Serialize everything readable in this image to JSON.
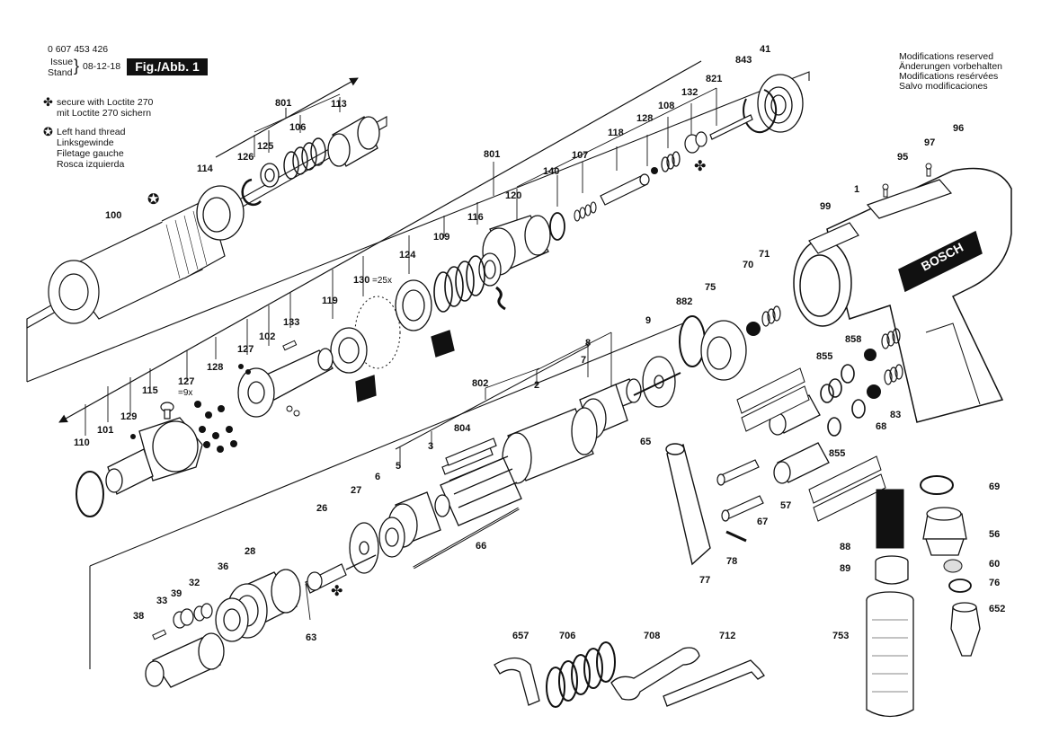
{
  "header": {
    "part_number": "0 607 453 426",
    "issue_label": "Issue",
    "stand_label": "Stand",
    "date": "08-12-18",
    "fig_label": "Fig./Abb. 1"
  },
  "legend": {
    "loctite": {
      "icon": "four-leaf-symbol",
      "line1": "secure with Loctite 270",
      "line2": "mit Loctite 270 sichern"
    },
    "left_hand_thread": {
      "icon": "star-circle-symbol",
      "lines": [
        "Left hand thread",
        "Linksgewinde",
        "Filetage gauche",
        "Rosca izquierda"
      ]
    }
  },
  "modifications": [
    "Modifications reserved",
    "Änderungen vorbehalten",
    "Modifications resérvées",
    "Salvo modificaciones"
  ],
  "brand_text": "BOSCH",
  "annotations": {
    "qty_130": "=25x",
    "qty_127": "=9x"
  },
  "part_labels": {
    "p100": "100",
    "p114": "114",
    "p126": "126",
    "p125": "125",
    "p801a": "801",
    "p106": "106",
    "p113": "113",
    "p801b": "801",
    "p140": "140",
    "p107": "107",
    "p118": "118",
    "p128a": "128",
    "p108": "108",
    "p132": "132",
    "p821": "821",
    "p843": "843",
    "p41": "41",
    "p124": "124",
    "p109": "109",
    "p116": "116",
    "p120": "120",
    "p130": "130",
    "p119": "119",
    "p133": "133",
    "p102": "102",
    "p127a": "127",
    "p128b": "128",
    "p127b": "127",
    "p115": "115",
    "p129": "129",
    "p101": "101",
    "p110": "110",
    "p99": "99",
    "p1": "1",
    "p95": "95",
    "p97": "97",
    "p96": "96",
    "p70": "70",
    "p71": "71",
    "p882": "882",
    "p75": "75",
    "p9": "9",
    "p8": "8",
    "p7": "7",
    "p802": "802",
    "p2": "2",
    "p804": "804",
    "p3": "3",
    "p5": "5",
    "p6": "6",
    "p65": "65",
    "p855a": "855",
    "p858": "858",
    "p68": "68",
    "p83": "83",
    "p855b": "855",
    "p57": "57",
    "p67": "67",
    "p27": "27",
    "p26": "26",
    "p66": "66",
    "p28": "28",
    "p36": "36",
    "p32": "32",
    "p39": "39",
    "p33": "33",
    "p38": "38",
    "p63": "63",
    "p77": "77",
    "p78": "78",
    "p69": "69",
    "p56": "56",
    "p60": "60",
    "p76": "76",
    "p652": "652",
    "p88": "88",
    "p89": "89",
    "p753": "753",
    "p657": "657",
    "p706": "706",
    "p708": "708",
    "p712": "712"
  }
}
